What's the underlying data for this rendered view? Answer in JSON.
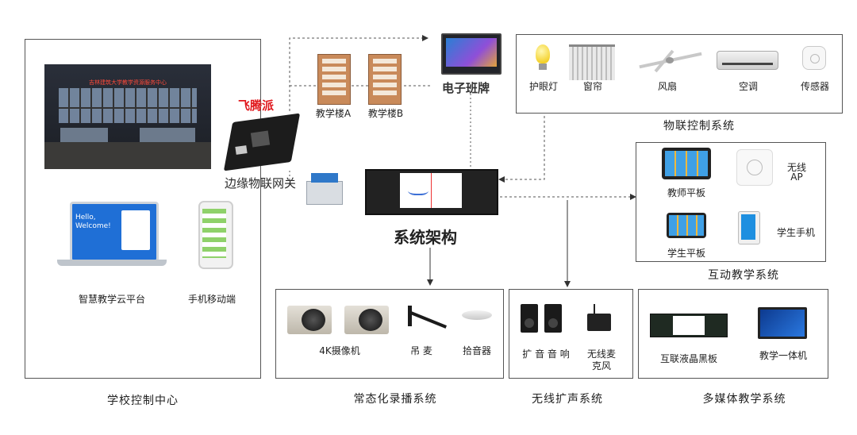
{
  "title": "系统架构",
  "brand": {
    "name": "飞腾派",
    "color": "#e0161b"
  },
  "nodes": {
    "gateway": "边缘物联网关",
    "class_board": "电子班牌",
    "building_a": "教学楼A",
    "building_b": "教学楼B",
    "control_center": {
      "caption": "学校控制中心",
      "screen_banner": "吉林建筑大学教学资源服务中心",
      "cloud_platform": "智慧教学云平台",
      "mobile": "手机移动端",
      "laptop_screen_text": "Hello, Welcome!"
    },
    "iot_system": {
      "caption": "物联控制系统",
      "items": [
        "护眼灯",
        "窗帘",
        "风扇",
        "空调",
        "传感器"
      ]
    },
    "interactive_system": {
      "caption": "互动教学系统",
      "items": [
        "教师平板",
        "无线AP",
        "学生平板",
        "学生手机"
      ],
      "ap_line1": "无线",
      "ap_line2": "AP"
    },
    "recording_system": {
      "caption": "常态化录播系统",
      "items": [
        "4K摄像机",
        "吊  麦",
        "拾音器"
      ]
    },
    "audio_system": {
      "caption": "无线扩声系统",
      "speaker": "扩 音 音 响",
      "mic_line1": "无线麦",
      "mic_line2": "克风"
    },
    "multimedia_system": {
      "caption": "多媒体教学系统",
      "items": [
        "互联液晶黑板",
        "教学一体机"
      ]
    }
  },
  "colors": {
    "line": "#444444",
    "frame": "#555555",
    "accent": "#1e6fd9"
  }
}
